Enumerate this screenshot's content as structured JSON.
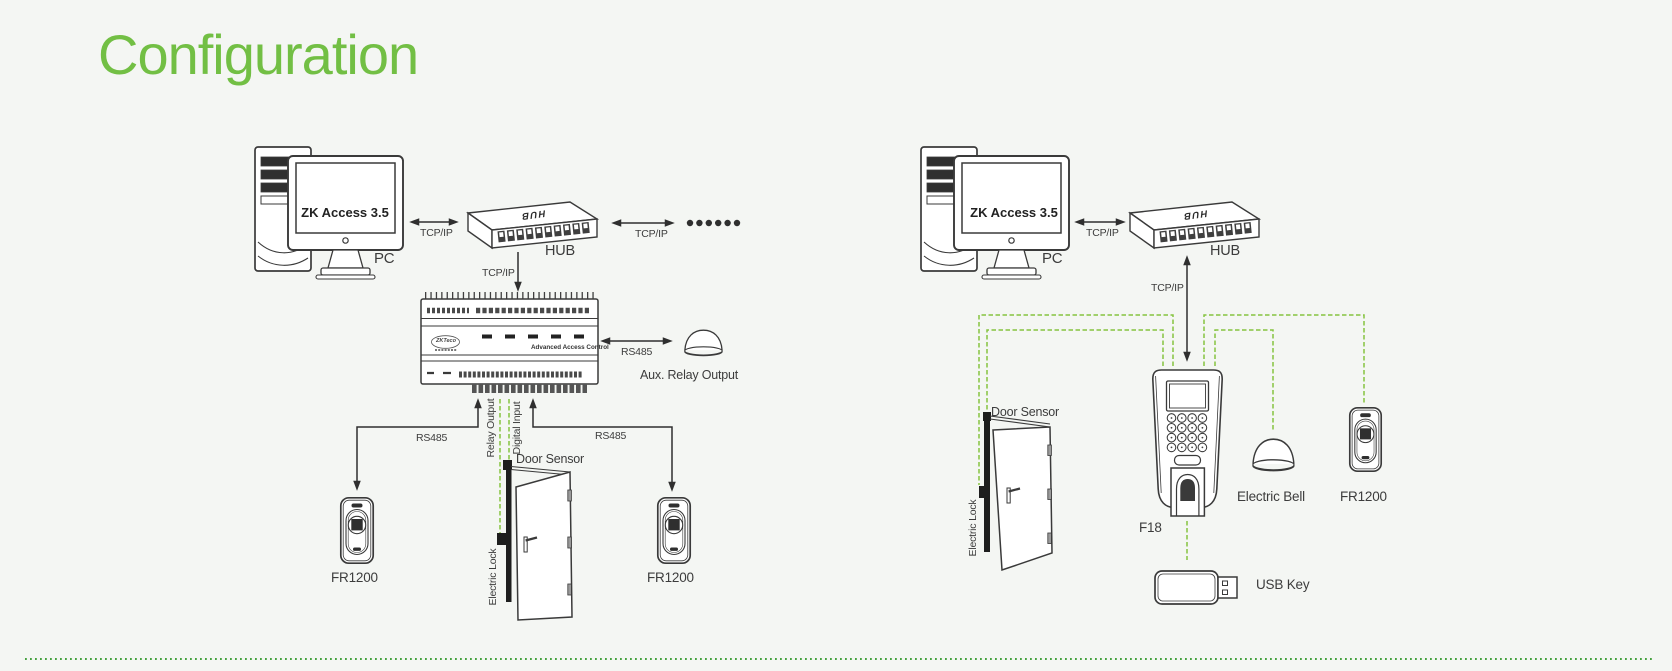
{
  "title": "Configuration",
  "labels": {
    "zk_access": "ZK Access 3.5",
    "pc": "PC",
    "hub": "HUB",
    "tcp_ip": "TCP/IP",
    "rs485": "RS485",
    "advanced_access_control": "Advanced Access Control",
    "zkteco_logo": "ZKTeco",
    "aux_relay_output": "Aux. Relay Output",
    "relay_output": "Relay Output",
    "digital_input": "Digital Input",
    "door_sensor": "Door Sensor",
    "electric_lock": "Electric Lock",
    "fr1200": "FR1200",
    "f18": "F18",
    "electric_bell": "Electric Bell",
    "usb_key": "USB Key"
  },
  "colors": {
    "title_green": "#72bf44",
    "wire_green": "#85c440",
    "bottom_rule_green": "#44a13d",
    "line_dark": "#2f2f2f",
    "background": "#f4f6f3"
  }
}
